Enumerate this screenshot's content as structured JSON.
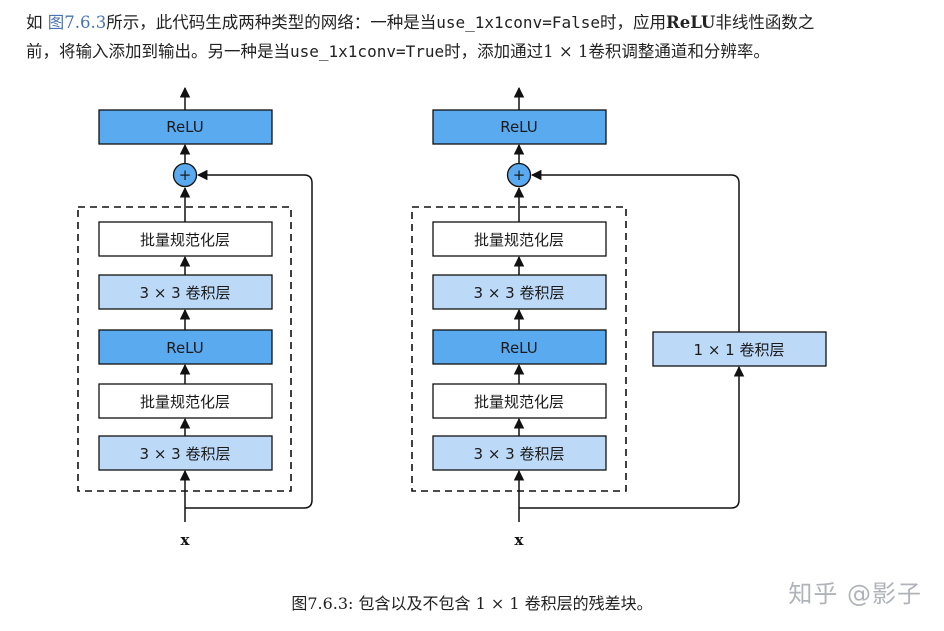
{
  "intro": {
    "line1_prefix": "如 ",
    "line1_link": "图7.6.3",
    "line1_a": "所示，此代码生成两种类型的网络：一种是当",
    "line1_code": "use_1x1conv=False",
    "line1_b": "时，应用",
    "line1_relu": "ReLU",
    "line1_c": "非线性函数之",
    "line2_a": "前，将输入添加到输出。另一种是当",
    "line2_code": "use_1x1conv=True",
    "line2_b": "时，添加通过1 × 1卷积调整通道和分辨率。"
  },
  "diagram": {
    "colors": {
      "relu_fill": "#5aaaf0",
      "conv_fill": "#bcdaf8",
      "bn_fill": "#ffffff",
      "plus_fill": "#5aaaf0",
      "stroke": "#111111"
    },
    "left": {
      "relu_top": "ReLU",
      "bn_top": "批量规范化层",
      "conv_top": "3 × 3 卷积层",
      "relu_mid": "ReLU",
      "bn_bottom": "批量规范化层",
      "conv_bottom": "3 × 3 卷积层",
      "plus": "+",
      "input": "x"
    },
    "right": {
      "relu_top": "ReLU",
      "bn_top": "批量规范化层",
      "conv_top": "3 × 3 卷积层",
      "relu_mid": "ReLU",
      "bn_bottom": "批量规范化层",
      "conv_bottom": "3 × 3 卷积层",
      "conv1x1": "1 × 1 卷积层",
      "plus": "+",
      "input": "x"
    }
  },
  "caption": "图7.6.3: 包含以及不包含 1 × 1 卷积层的残差块。",
  "watermark": "知乎 @影子"
}
